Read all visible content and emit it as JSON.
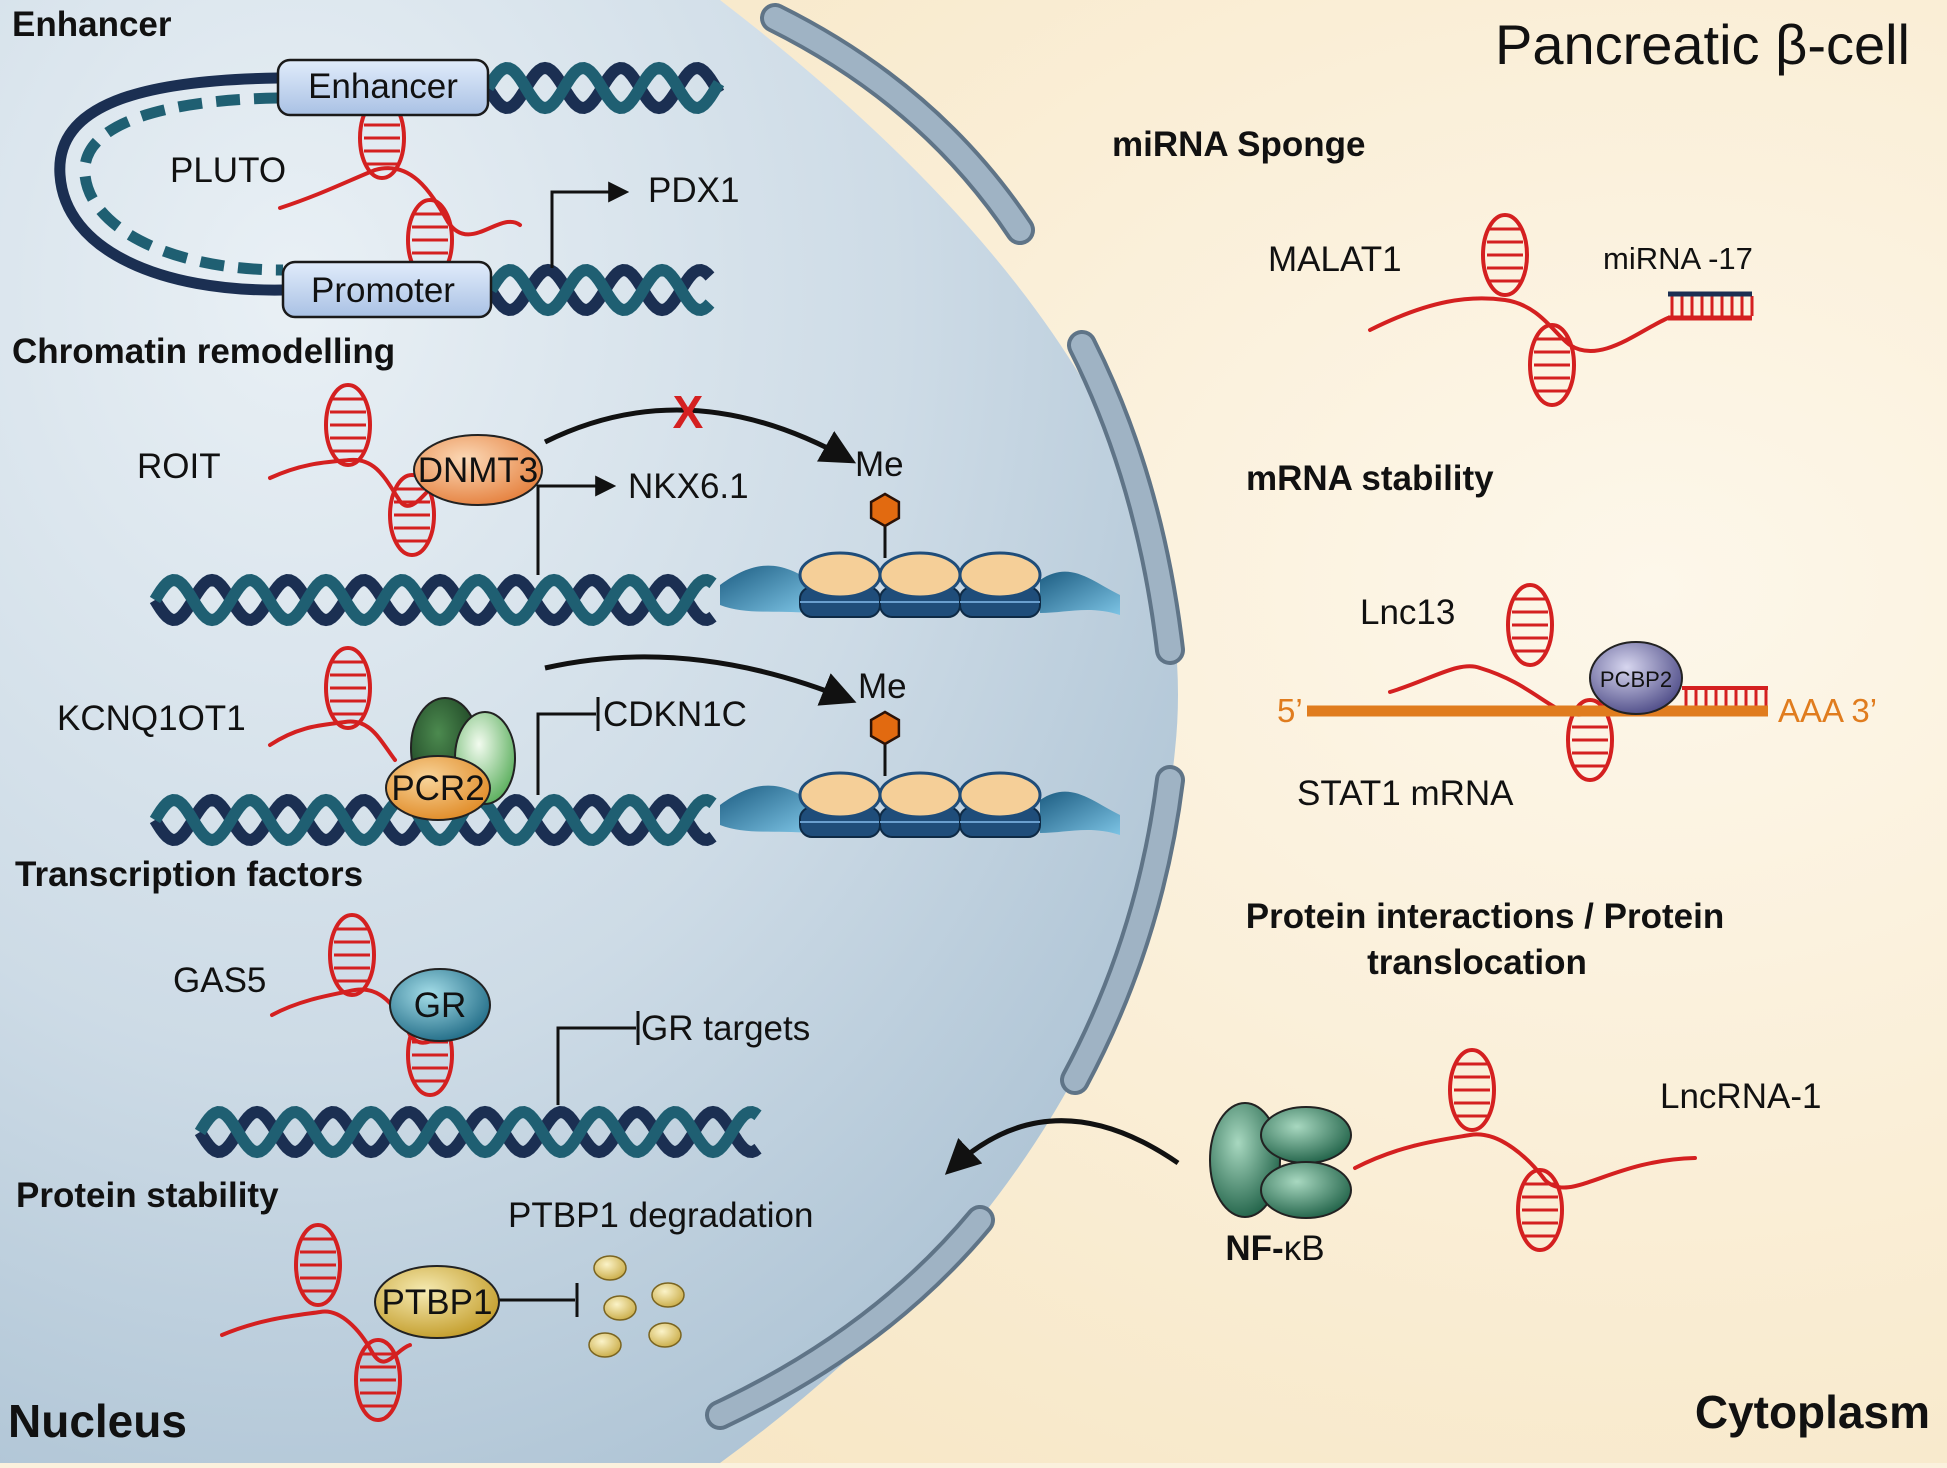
{
  "title": "Pancreatic β-cell",
  "compartments": {
    "nucleus": "Nucleus",
    "cytoplasm": "Cytoplasm"
  },
  "nucleus": {
    "enhancer": {
      "heading": "Enhancer",
      "enhancer_box": "Enhancer",
      "promoter_box": "Promoter",
      "lncrna": "PLUTO",
      "target": "PDX1"
    },
    "chromatin": {
      "heading": "Chromatin remodelling",
      "lncrna1": "ROIT",
      "enzyme1": "DNMT3",
      "target1": "NKX6.1",
      "mark1": "Me",
      "block": "X",
      "lncrna2": "KCNQ1OT1",
      "enzyme2": "PCR2",
      "target2": "CDKN1C",
      "mark2": "Me"
    },
    "transcription": {
      "heading": "Transcription factors",
      "lncrna": "GAS5",
      "factor": "GR",
      "target": "GR targets"
    },
    "protein_stability": {
      "heading": "Protein stability",
      "protein": "PTBP1",
      "effect": "PTBP1 degradation"
    }
  },
  "cytoplasm": {
    "sponge": {
      "heading": "miRNA Sponge",
      "lncrna": "MALAT1",
      "mirna": "miRNA -17"
    },
    "mrna_stability": {
      "heading": "mRNA stability",
      "lncrna": "Lnc13",
      "protein": "PCBP2",
      "five_prime": "5’",
      "three_prime": "AAA 3’",
      "mrna": "STAT1 mRNA"
    },
    "protein_interactions": {
      "heading_line1": "Protein interactions / Protein",
      "heading_line2": "translocation",
      "protein_prefix": "NF-",
      "protein_greek": "κ",
      "protein_suffix": "B",
      "lncrna": "LncRNA-1"
    }
  },
  "colors": {
    "cytoplasm": "#fbf1dd",
    "nucleus": "#c4d6e3",
    "membrane": "#95aabb",
    "rna": "#d42020",
    "dna_dark": "#1b2f52",
    "dna_teal": "#1f5f72",
    "mrna": "#e07c1e",
    "methyl": "#e26a10",
    "nucleosome": "#f5cf98"
  }
}
